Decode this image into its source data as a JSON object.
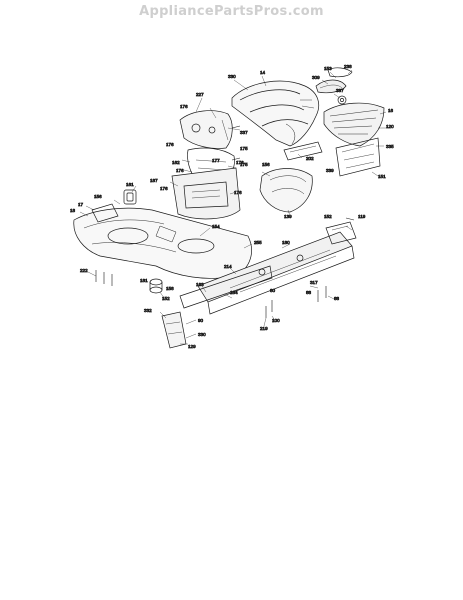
{
  "header": {
    "watermark": "AppliancePartsPros.com"
  },
  "callouts": [
    {
      "id": "c-330a",
      "label": "330"
    },
    {
      "id": "c-14",
      "label": "14"
    },
    {
      "id": "c-153a",
      "label": "153"
    },
    {
      "id": "c-238",
      "label": "238"
    },
    {
      "id": "c-309",
      "label": "309"
    },
    {
      "id": "c-337a",
      "label": "337"
    },
    {
      "id": "c-227",
      "label": "227"
    },
    {
      "id": "c-337b",
      "label": "337"
    },
    {
      "id": "c-176a",
      "label": "176"
    },
    {
      "id": "c-175a",
      "label": "175"
    },
    {
      "id": "c-176b",
      "label": "176"
    },
    {
      "id": "c-176c",
      "label": "176"
    },
    {
      "id": "c-162",
      "label": "162"
    },
    {
      "id": "c-177",
      "label": "177"
    },
    {
      "id": "c-175b",
      "label": "175"
    },
    {
      "id": "c-176d",
      "label": "176"
    },
    {
      "id": "c-187",
      "label": "187"
    },
    {
      "id": "c-176e",
      "label": "176"
    },
    {
      "id": "c-176f",
      "label": "176"
    },
    {
      "id": "c-156",
      "label": "156"
    },
    {
      "id": "c-202",
      "label": "202"
    },
    {
      "id": "c-16",
      "label": "16"
    },
    {
      "id": "c-120",
      "label": "120"
    },
    {
      "id": "c-335",
      "label": "335"
    },
    {
      "id": "c-339",
      "label": "339"
    },
    {
      "id": "c-151",
      "label": "151"
    },
    {
      "id": "c-139",
      "label": "139"
    },
    {
      "id": "c-18",
      "label": "18"
    },
    {
      "id": "c-17",
      "label": "17"
    },
    {
      "id": "c-156b",
      "label": "156"
    },
    {
      "id": "c-161",
      "label": "161"
    },
    {
      "id": "c-154",
      "label": "154"
    },
    {
      "id": "c-152",
      "label": "152"
    },
    {
      "id": "c-119",
      "label": "119"
    },
    {
      "id": "c-255",
      "label": "255"
    },
    {
      "id": "c-180",
      "label": "180"
    },
    {
      "id": "c-222",
      "label": "222"
    },
    {
      "id": "c-181",
      "label": "181"
    },
    {
      "id": "c-158",
      "label": "158"
    },
    {
      "id": "c-152b",
      "label": "152"
    },
    {
      "id": "c-163",
      "label": "163"
    },
    {
      "id": "c-214",
      "label": "214"
    },
    {
      "id": "c-184",
      "label": "184"
    },
    {
      "id": "c-80",
      "label": "80"
    },
    {
      "id": "c-317",
      "label": "317"
    },
    {
      "id": "c-88a",
      "label": "88"
    },
    {
      "id": "c-88b",
      "label": "88"
    },
    {
      "id": "c-219",
      "label": "219"
    },
    {
      "id": "c-332",
      "label": "332"
    },
    {
      "id": "c-90",
      "label": "90"
    },
    {
      "id": "c-100",
      "label": "100"
    },
    {
      "id": "c-330b",
      "label": "330"
    },
    {
      "id": "c-129",
      "label": "129"
    }
  ]
}
